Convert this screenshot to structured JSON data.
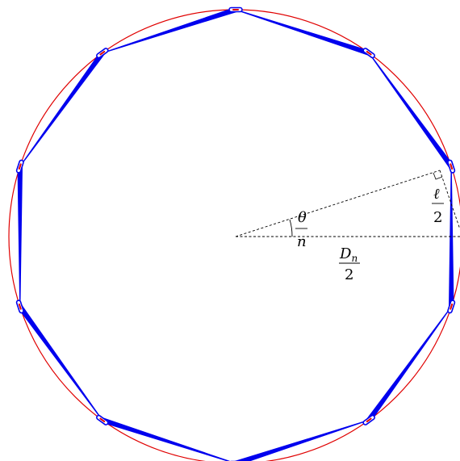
{
  "diagram": {
    "polygon_sides": 10,
    "colors": {
      "circle": "#e00000",
      "segments": "#0000ee",
      "lines": "#000000"
    },
    "labels": {
      "angle_numerator": "θ",
      "angle_denominator": "n",
      "half_length_numerator": "ℓ",
      "half_length_denominator": "2",
      "half_diameter_numerator_base": "D",
      "half_diameter_numerator_sub": "n",
      "half_diameter_denominator": "2"
    }
  }
}
